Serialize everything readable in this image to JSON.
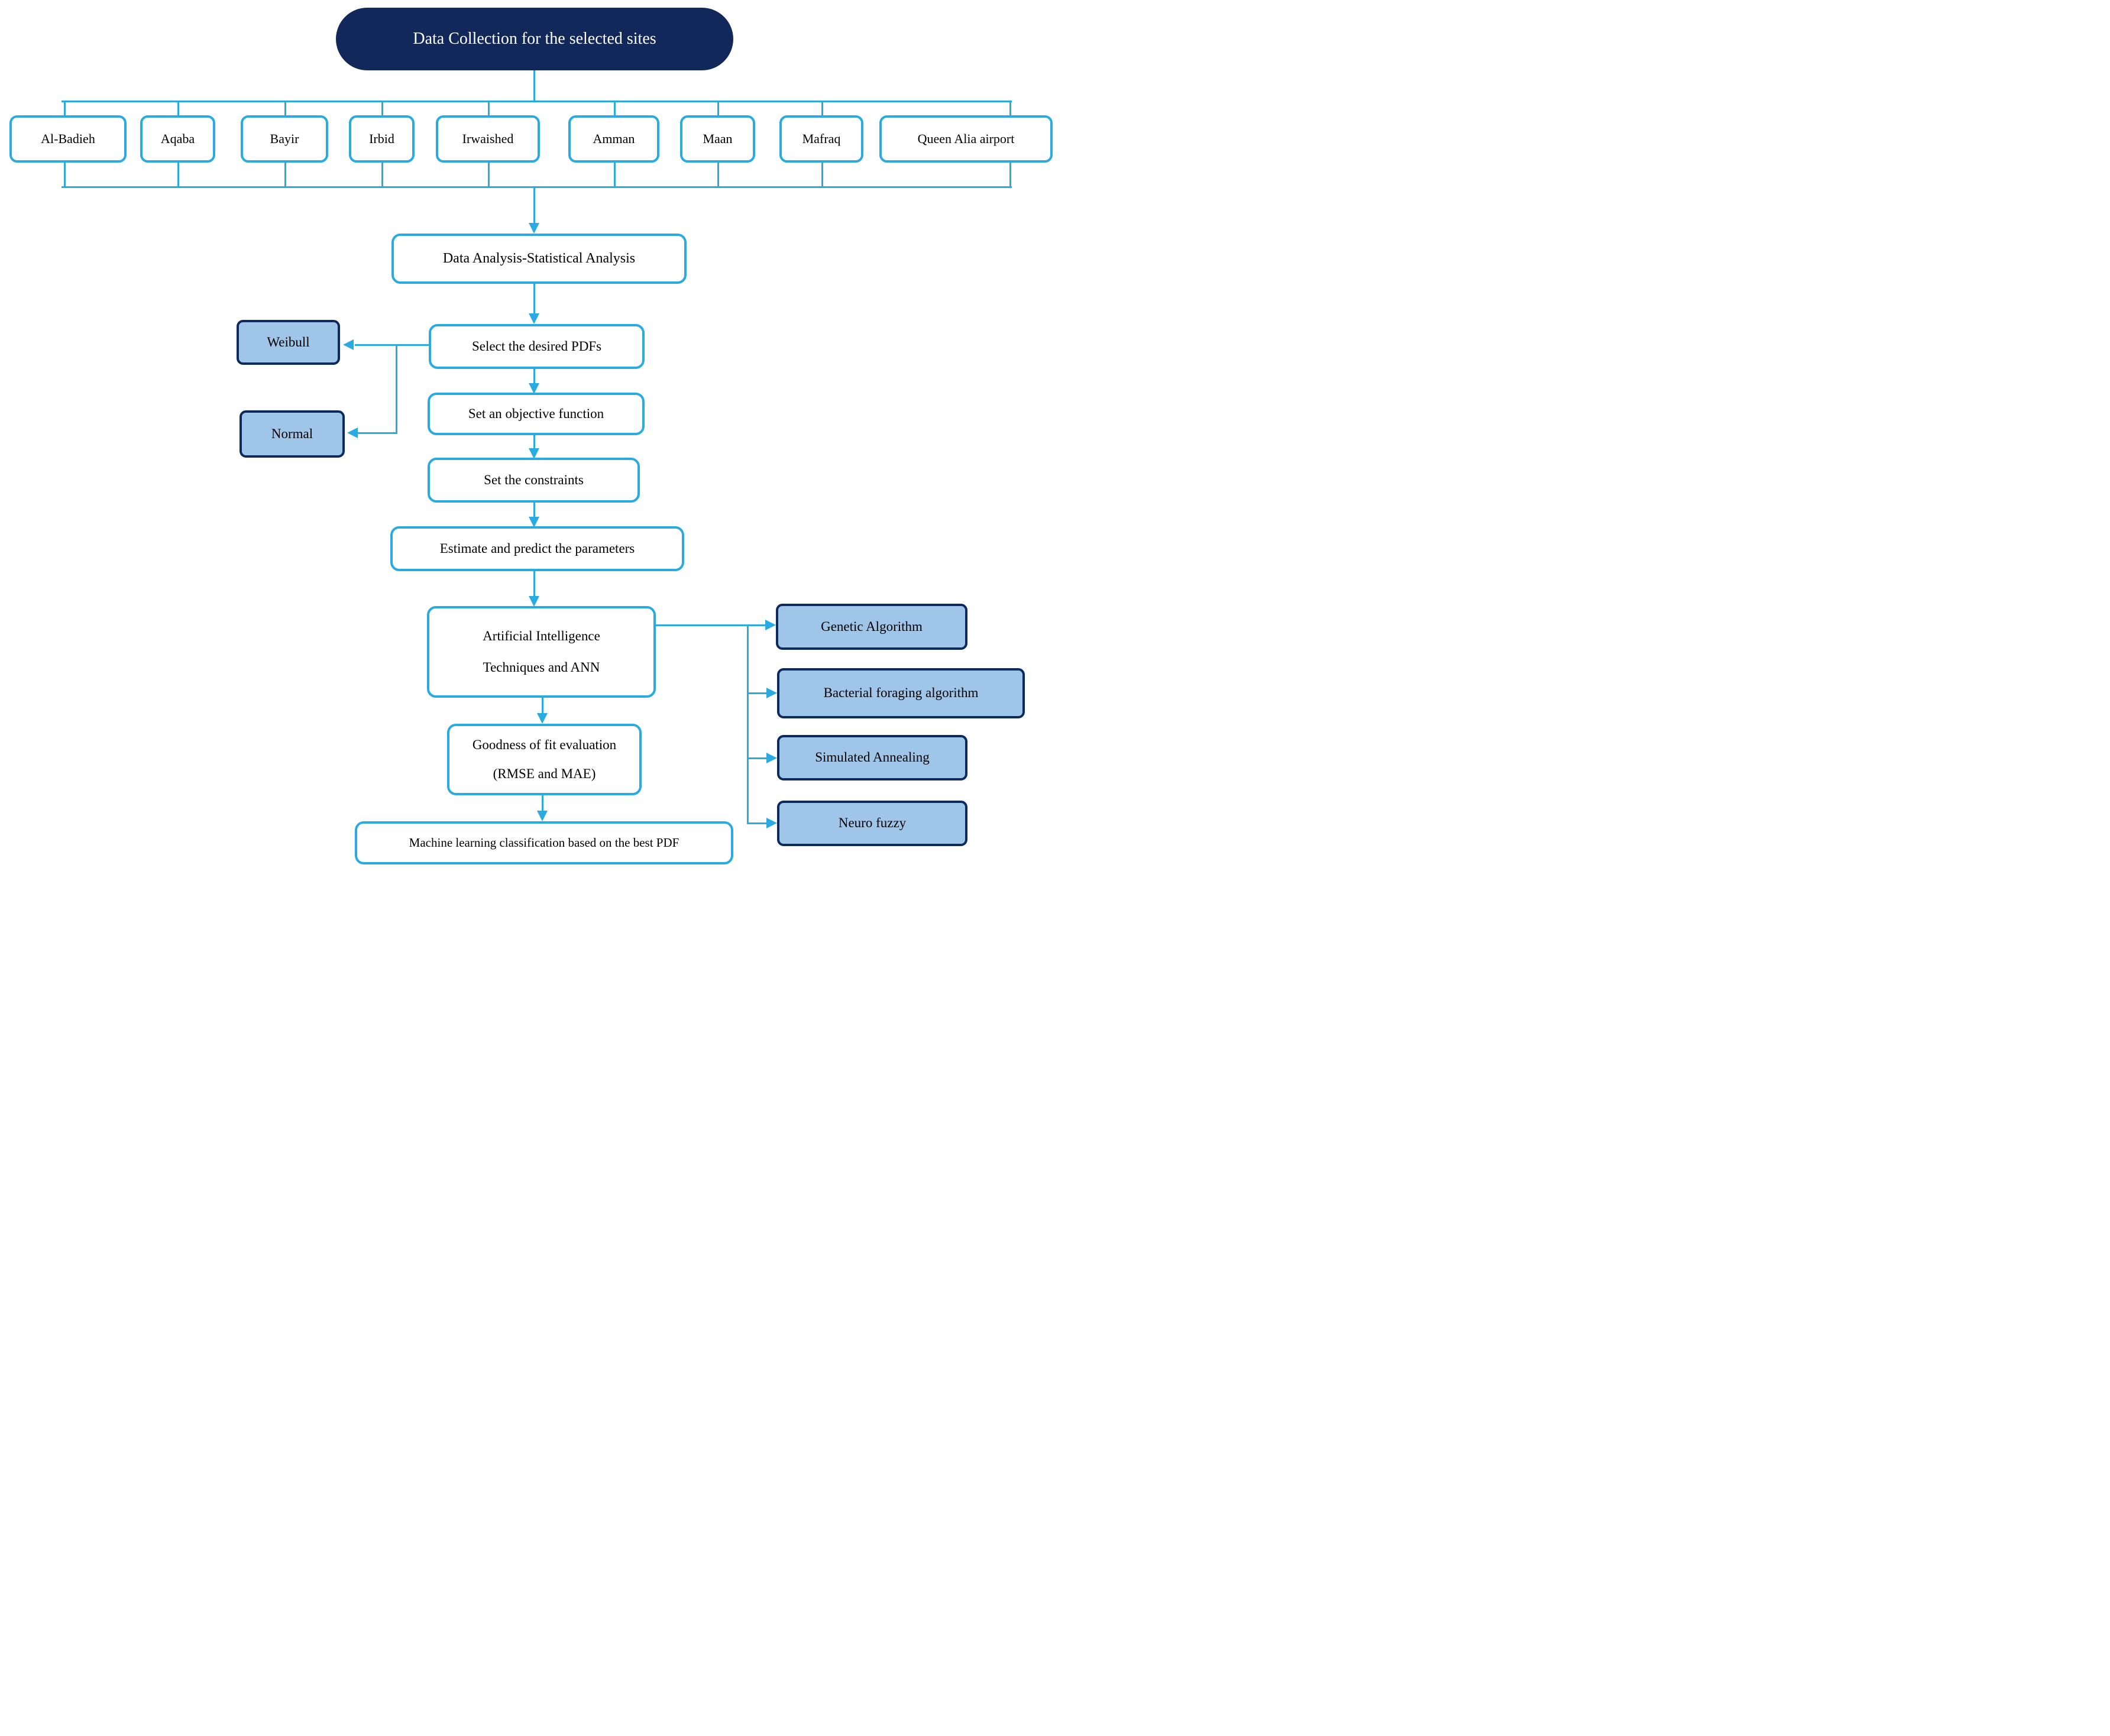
{
  "colors": {
    "accent": "#29abe2",
    "navy_fill": "#12275a",
    "algo_fill": "#9fc5e8",
    "algo_border": "#0e2a5c",
    "box_fill": "#ffffff",
    "text": "#000000"
  },
  "root": {
    "label": "Data Collection for the selected sites"
  },
  "sites": [
    "Al-Badieh",
    "Aqaba",
    "Bayir",
    "Irbid",
    "Irwaished",
    "Amman",
    "Maan",
    "Mafraq",
    "Queen Alia airport"
  ],
  "flow": {
    "data_analysis": "Data Analysis-Statistical Analysis",
    "select_pdfs": "Select the desired PDFs",
    "objective_function": "Set an objective function",
    "constraints": "Set the constraints",
    "estimate": "Estimate and predict the parameters",
    "ai_line1": "Artificial Intelligence",
    "ai_line2": "Techniques and ANN",
    "goodness_line1": "Goodness of fit evaluation",
    "goodness_line2": "(RMSE and MAE)",
    "ml_classification": "Machine learning classification based on the best PDF"
  },
  "pdf_types": [
    "Weibull",
    "Normal"
  ],
  "ai_algorithms": [
    "Genetic Algorithm",
    "Bacterial foraging algorithm",
    "Simulated Annealing",
    "Neuro fuzzy"
  ]
}
